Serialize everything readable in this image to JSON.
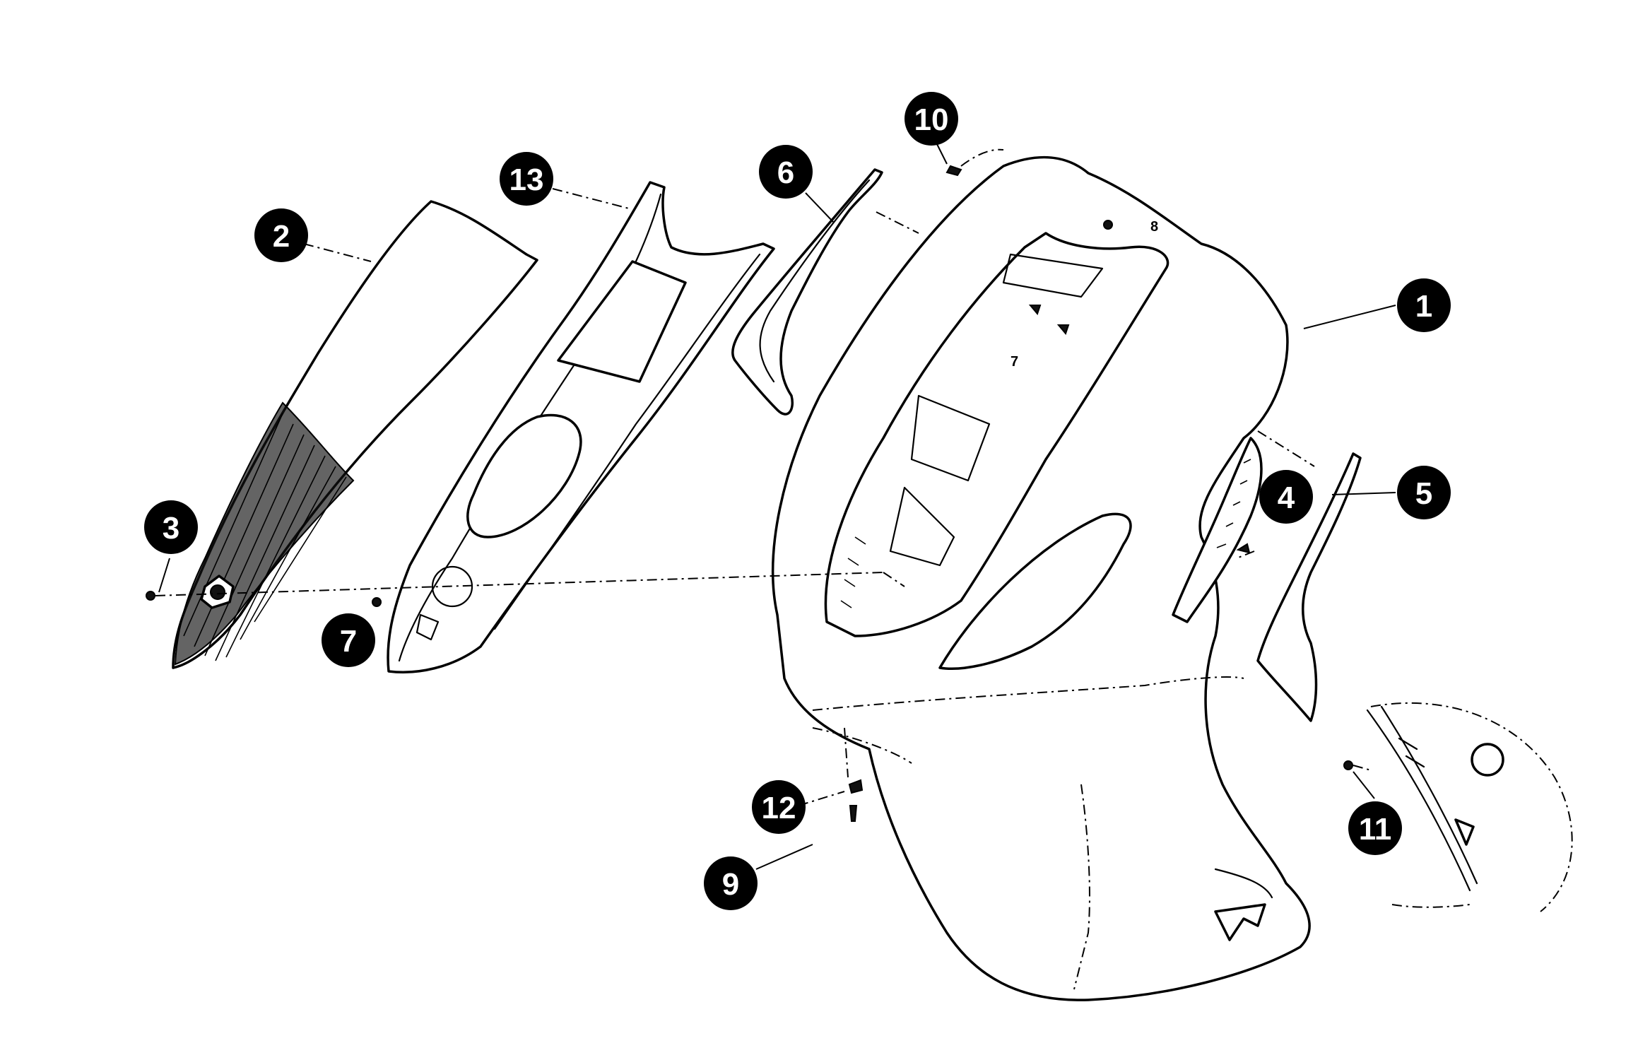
{
  "callouts": [
    {
      "number": "1"
    },
    {
      "number": "2"
    },
    {
      "number": "3"
    },
    {
      "number": "4"
    },
    {
      "number": "5"
    },
    {
      "number": "6"
    },
    {
      "number": "7"
    },
    {
      "number": "9"
    },
    {
      "number": "10"
    },
    {
      "number": "11"
    },
    {
      "number": "12"
    },
    {
      "number": "13"
    }
  ],
  "inline_labels": {
    "screw_8": "8",
    "screw_7_inner": "7"
  }
}
